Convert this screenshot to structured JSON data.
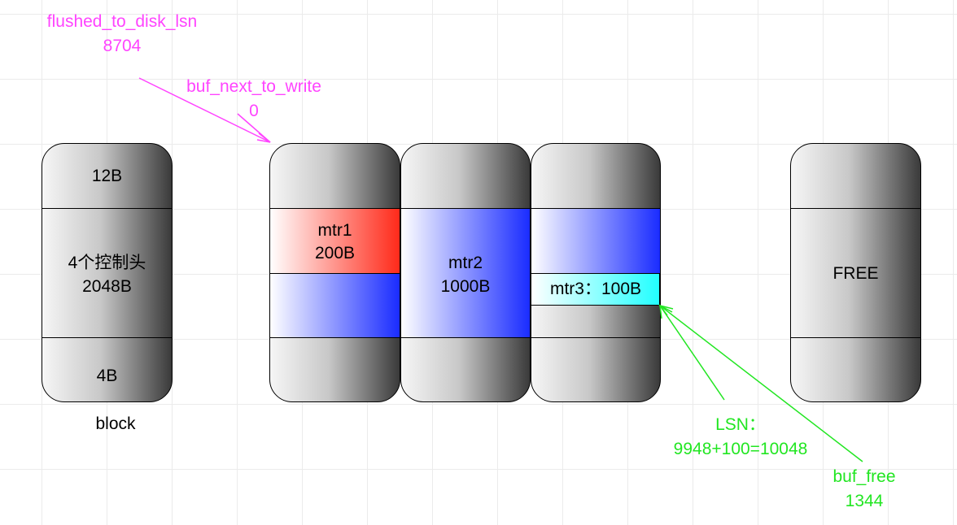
{
  "annotations": {
    "flushed_label": "flushed_to_disk_lsn",
    "flushed_value": "8704",
    "next_write_label": "buf_next_to_write",
    "next_write_value": "0",
    "lsn_label": "LSN：",
    "lsn_value": "9948+100=10048",
    "buf_free_label": "buf_free",
    "buf_free_value": "1344"
  },
  "legend_block": {
    "header": "12B",
    "body_line1": "4个控制头",
    "body_line2": "2048B",
    "trailer": "4B",
    "caption": "block"
  },
  "mtrs": {
    "mtr1_name": "mtr1",
    "mtr1_size": "200B",
    "mtr2_name": "mtr2",
    "mtr2_size": "1000B",
    "mtr3": "mtr3：100B"
  },
  "free_block": {
    "label": "FREE"
  },
  "colors": {
    "pink": "#ff44ff",
    "green": "#22e622",
    "blue": "#1a2cff",
    "red": "#ff2a1a",
    "cyan": "#22ffff"
  }
}
